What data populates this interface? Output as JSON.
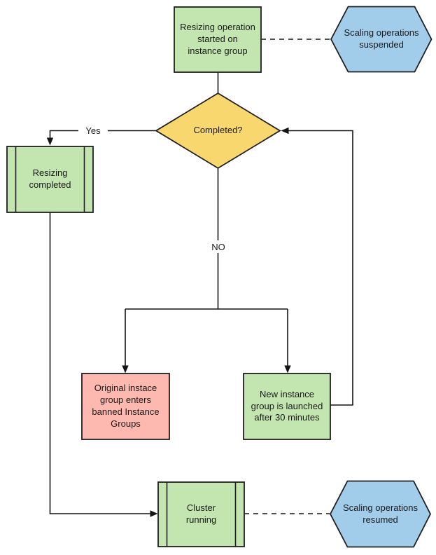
{
  "colors": {
    "process_green": "#c3e5b0",
    "decision_yellow": "#f9d76f",
    "terminal_blue": "#a2cdea",
    "alert_pink": "#fdb9b0",
    "line": "#141414",
    "background": "#ffffff"
  },
  "nodes": {
    "start": {
      "type": "process",
      "label": "Resizing operation\nstarted on\ninstance group"
    },
    "suspended": {
      "type": "hexagon-terminal",
      "label": "Scaling operations\nsuspended"
    },
    "decision": {
      "type": "decision",
      "label": "Completed?"
    },
    "resizing_completed": {
      "type": "predefined-process",
      "label": "Resizing\ncompleted"
    },
    "banned": {
      "type": "process",
      "label": "Original instace\ngroup enters\nbanned Instance\nGroups"
    },
    "new_group": {
      "type": "process",
      "label": "New instance\ngroup is launched\nafter 30 minutes"
    },
    "cluster": {
      "type": "predefined-process",
      "label": "Cluster\nrunning"
    },
    "resumed": {
      "type": "hexagon-terminal",
      "label": "Scaling operations\nresumed"
    }
  },
  "edges": {
    "yes_label": "Yes",
    "no_label": "NO"
  }
}
